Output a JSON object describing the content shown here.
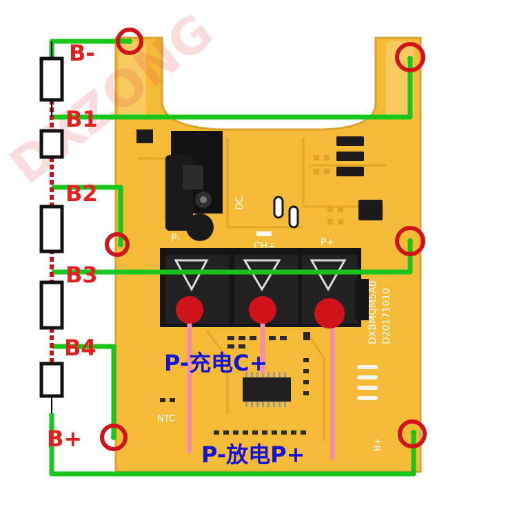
{
  "labels": {
    "b_minus": "B-",
    "b1": "B1",
    "b2": "B2",
    "b3": "B3",
    "b4": "B4",
    "b_plus": "B+",
    "charge": "P-充电C+",
    "discharge": "P-放电P+"
  },
  "board_marks": {
    "model": "DXBMQM5AB",
    "date": "D20171010",
    "silk_pminus": "P-",
    "silk_chplus": "CH+",
    "silk_pplus": "P+",
    "silk_dc": "DC",
    "silk_ntc": "NTC",
    "silk_bplus": "B+"
  },
  "watermark": "DXZONG",
  "colors": {
    "pcb": "#f5bb36",
    "pcb_dark": "#e3a321",
    "wire": "#19c51a",
    "marker": "#d0121a",
    "label": "#e41f1f",
    "annotation": "#1414d8",
    "pink_lead": "#f28fab",
    "terminal": "#151515"
  },
  "icons": {
    "resistor": "resistor-icon",
    "connection_marker": "circle-marker-icon",
    "terminal_screw": "screw-terminal-icon"
  }
}
